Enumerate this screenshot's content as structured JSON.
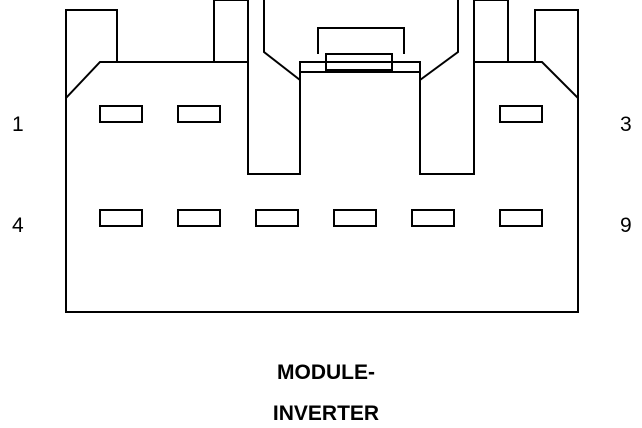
{
  "pin_labels": {
    "top_left": "1",
    "top_right": "3",
    "bottom_left": "4",
    "bottom_right": "9"
  },
  "caption": {
    "line1": "MODULE-",
    "line2": "INVERTER"
  },
  "colors": {
    "stroke": "#000000",
    "background": "#ffffff"
  }
}
